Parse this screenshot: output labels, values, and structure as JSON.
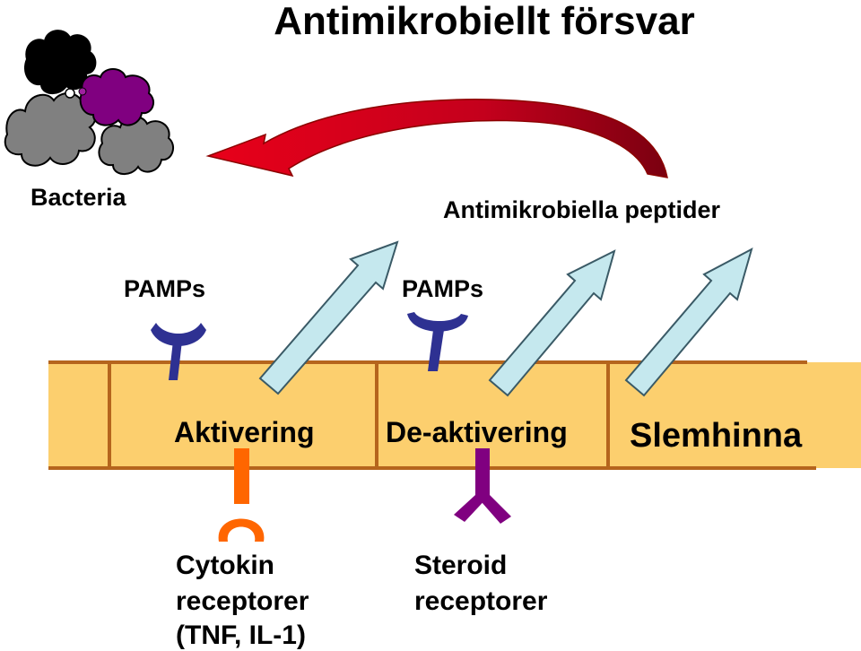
{
  "title": "Antimikrobiellt försvar",
  "labels": {
    "bacteria": "Bacteria",
    "peptides": "Antimikrobiella peptider",
    "pamps_left": "PAMPs",
    "pamps_right": "PAMPs",
    "activation": "Aktivering",
    "deactivation": "De-aktivering",
    "mucosa": "Slemhinna",
    "cytokine_line1": "Cytokin",
    "cytokine_line2": "receptorer",
    "cytokine_line3": "(TNF, IL-1)",
    "steroid_line1": "Steroid",
    "steroid_line2": "receptorer"
  },
  "colors": {
    "mucosa_fill": "#fccf6e",
    "mucosa_border": "#b5651d",
    "pamp_receptor": "#2e3192",
    "cytokine_receptor": "#ff6600",
    "steroid_receptor": "#800080",
    "peptide_arrow": "#c5e8ee",
    "curved_arrow": "#cc0000",
    "bacteria_black": "#000000",
    "bacteria_purple": "#800080",
    "bacteria_gray": "#808080"
  }
}
